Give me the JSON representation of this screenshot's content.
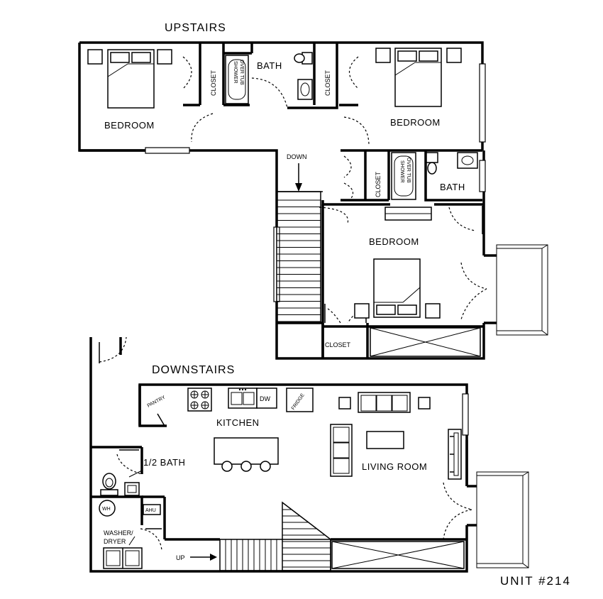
{
  "sections": {
    "upstairs": "UPSTAIRS",
    "downstairs": "DOWNSTAIRS"
  },
  "unit_label": "UNIT #214",
  "rooms": {
    "bedroom_left": "BEDROOM",
    "bedroom_right": "BEDROOM",
    "bedroom_master": "BEDROOM",
    "bath_top": "BATH",
    "bath_right": "BATH",
    "closet_1": "CLOSET",
    "closet_2": "CLOSET",
    "closet_3": "CLOSET",
    "closet_4": "CLOSET",
    "kitchen": "KITCHEN",
    "half_bath": "1/2 BATH",
    "living_room": "LIVING ROOM",
    "washer_dryer_1": "WASHER/",
    "washer_dryer_2": "DRYER"
  },
  "fixtures": {
    "shower_1": "SHOWER",
    "shower_2": "OVER TUB",
    "pantry": "PANTRY",
    "dw": "DW",
    "fridge": "FRIDGE",
    "wh": "WH",
    "ahu": "AHU"
  },
  "stairs": {
    "down": "DOWN",
    "up": "UP"
  }
}
